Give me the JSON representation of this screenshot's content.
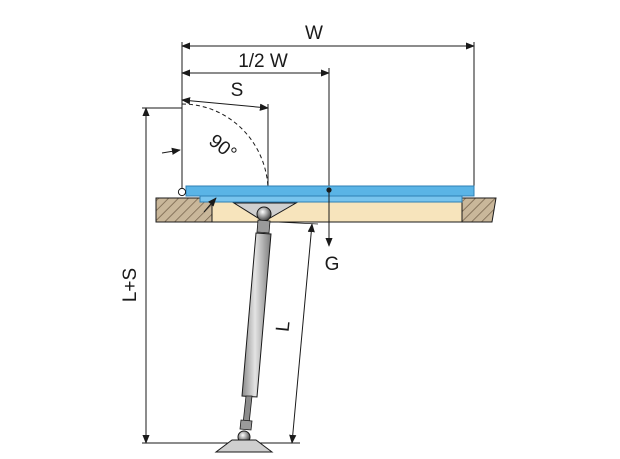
{
  "labels": {
    "width": "W",
    "half_width": "1/2 W",
    "stroke": "S",
    "angle": "90°",
    "length_plus_stroke": "L+S",
    "length": "L",
    "gravity": "G"
  },
  "colors": {
    "lid": "#5ab4e6",
    "lid_edge": "#2e7fb4",
    "frame": "#f7e4bc",
    "hatch_wall": "#b09a7c",
    "line": "#1a1a1a",
    "spring_body": "#b9b9b9"
  }
}
